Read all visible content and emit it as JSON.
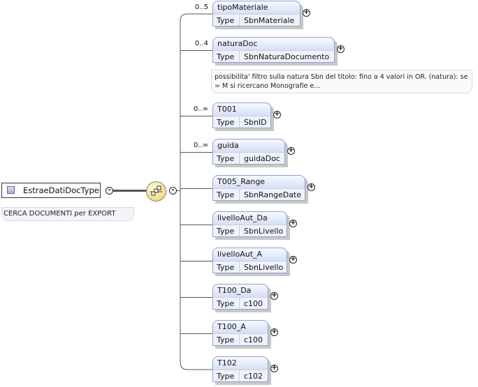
{
  "root": {
    "type_name": "EstraeDatiDocType",
    "documentation": "CERCA DOCUMENTI per EXPORT",
    "collapse_symbol": "-"
  },
  "sequence": {
    "icon": "sequence-compositor-icon",
    "collapse_symbol": "-"
  },
  "type_label": "Type",
  "expand_symbol": "+",
  "elements": [
    {
      "name": "tipoMateriale",
      "type": "SbnMateriale",
      "cardinality": "0..5"
    },
    {
      "name": "naturaDoc",
      "type": "SbnNaturaDocumento",
      "cardinality": "0..4",
      "documentation": "possibilita' filtro sulla natura Sbn del titolo: fino a 4 valori in OR. (natura): se = M si ricercano Monografie e..."
    },
    {
      "name": "T001",
      "type": "SbnID",
      "cardinality": "0..∞"
    },
    {
      "name": "guida",
      "type": "guidaDoc",
      "cardinality": "0..∞"
    },
    {
      "name": "T005_Range",
      "type": "SbnRangeDate",
      "cardinality": ""
    },
    {
      "name": "livelloAut_Da",
      "type": "SbnLivello",
      "cardinality": ""
    },
    {
      "name": "livelloAut_A",
      "type": "SbnLivello",
      "cardinality": ""
    },
    {
      "name": "T100_Da",
      "type": "c100",
      "cardinality": ""
    },
    {
      "name": "T100_A",
      "type": "c100",
      "cardinality": ""
    },
    {
      "name": "T102",
      "type": "c102",
      "cardinality": ""
    }
  ]
}
